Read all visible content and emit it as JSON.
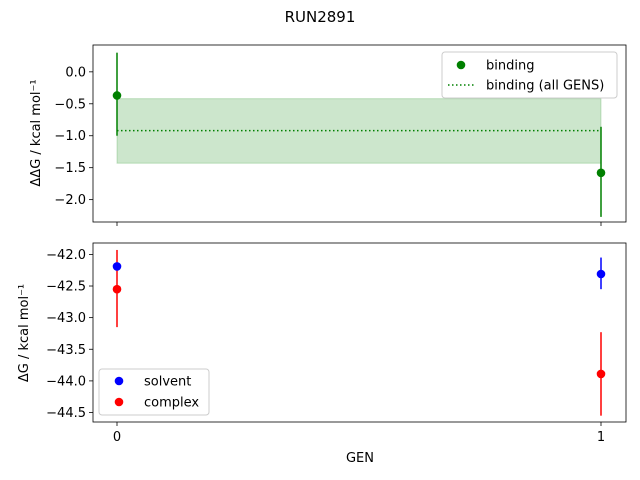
{
  "chart_data": {
    "title": "RUN2891",
    "xlabel": "GEN",
    "x_ticks": [
      0,
      1
    ],
    "top": {
      "type": "scatter",
      "ylabel": "ΔΔG / kcal mol⁻¹",
      "ylim": [
        -2.35,
        0.42
      ],
      "y_ticks": [
        0.0,
        -0.5,
        -1.0,
        -1.5,
        -2.0
      ],
      "y_tick_labels": [
        "0.0",
        "−0.5",
        "−1.0",
        "−1.5",
        "−2.0"
      ],
      "series": [
        {
          "name": "binding",
          "color": "#008000",
          "x": [
            0,
            1
          ],
          "y": [
            -0.37,
            -1.58
          ],
          "err_low": [
            -1.0,
            -2.27
          ],
          "err_high": [
            0.3,
            -0.86
          ]
        }
      ],
      "band": {
        "name": "binding (all GENS)",
        "color": "#008000",
        "fill": "#008000",
        "x": [
          0,
          1
        ],
        "center": -0.92,
        "low": -1.43,
        "high": -0.42,
        "linestyle": "dotted"
      },
      "legend": {
        "placement": "top-right",
        "entries": [
          "binding",
          "binding (all GENS)"
        ]
      }
    },
    "bottom": {
      "type": "scatter",
      "ylabel": "ΔG / kcal mol⁻¹",
      "ylim": [
        -44.65,
        -41.82
      ],
      "y_ticks": [
        -42.0,
        -42.5,
        -43.0,
        -43.5,
        -44.0,
        -44.5
      ],
      "y_tick_labels": [
        "−42.0",
        "−42.5",
        "−43.0",
        "−43.5",
        "−44.0",
        "−44.5"
      ],
      "series": [
        {
          "name": "solvent",
          "color": "#0000ff",
          "x": [
            0,
            1
          ],
          "y": [
            -42.19,
            -42.31
          ],
          "err_low": [
            -42.2,
            -42.55
          ],
          "err_high": [
            -42.17,
            -42.05
          ]
        },
        {
          "name": "complex",
          "color": "#ff0000",
          "x": [
            0,
            1
          ],
          "y": [
            -42.55,
            -43.89
          ],
          "err_low": [
            -43.15,
            -44.55
          ],
          "err_high": [
            -41.93,
            -43.23
          ]
        }
      ],
      "legend": {
        "placement": "bottom-left",
        "entries": [
          "solvent",
          "complex"
        ]
      }
    }
  }
}
